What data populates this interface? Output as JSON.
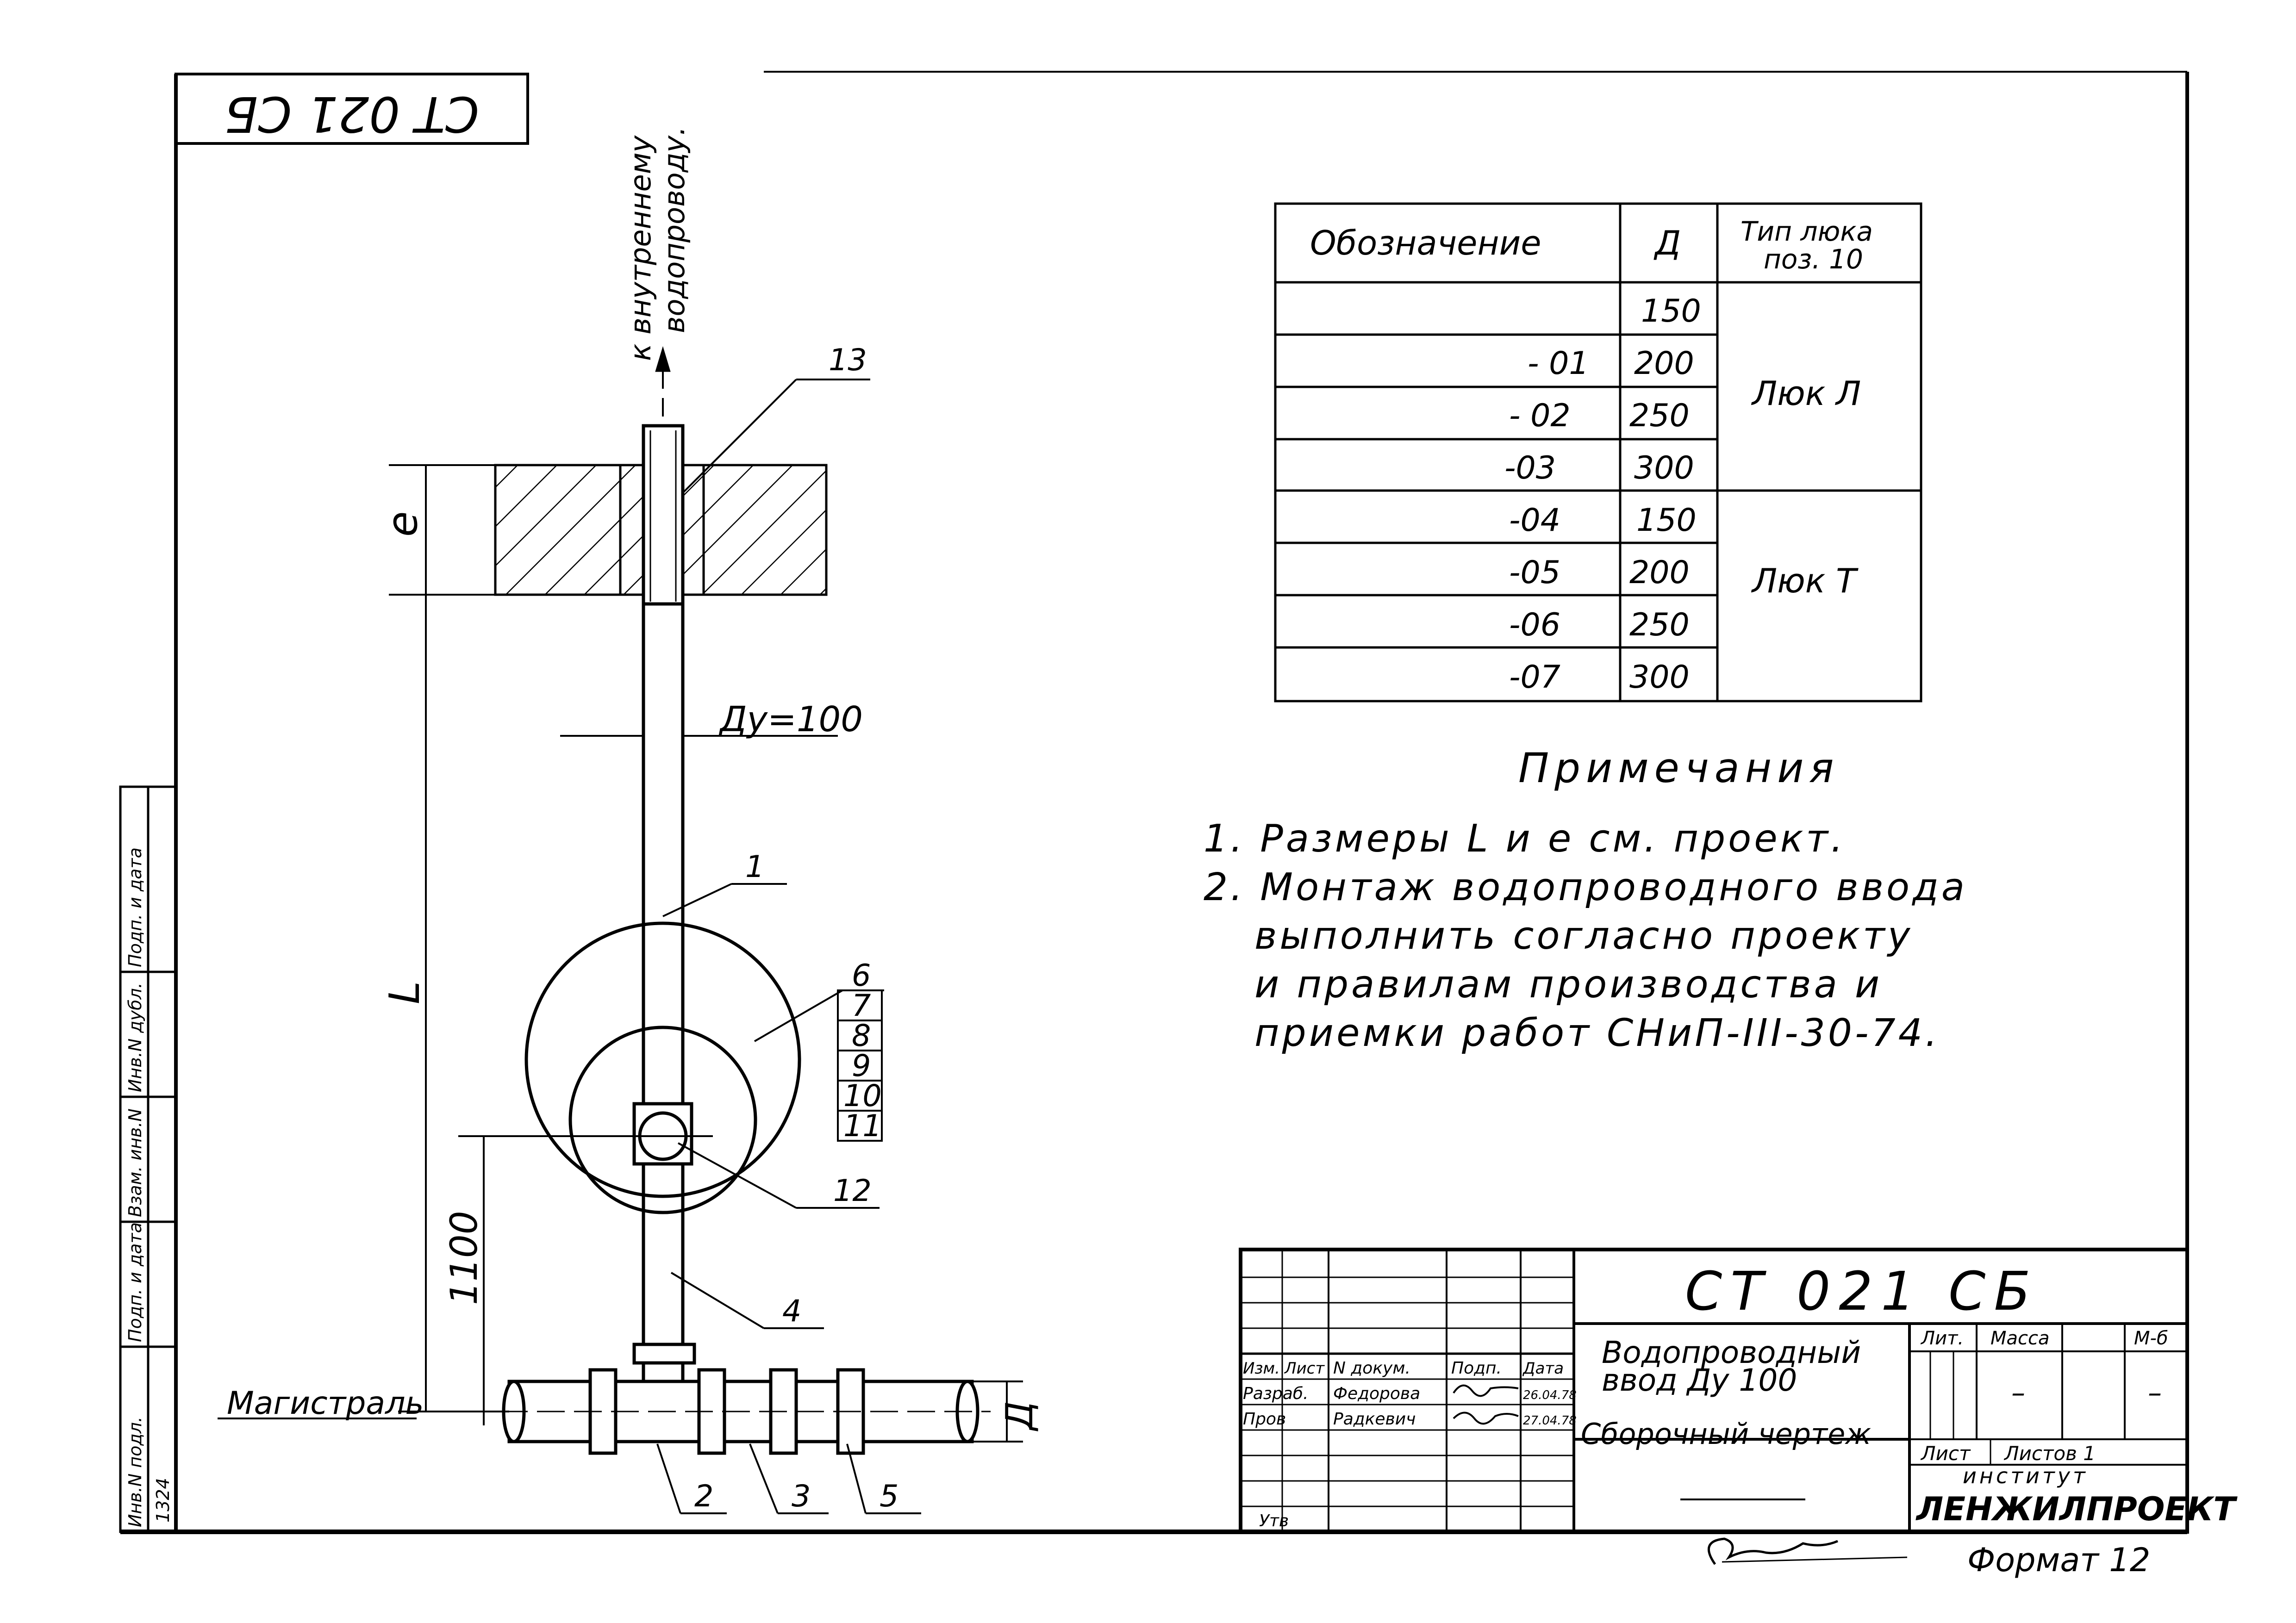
{
  "stamp_code": "СТ 021 СБ",
  "direction_label_line1": "к внутреннему",
  "direction_label_line2": "водопроводу.",
  "dim_e": "е",
  "dim_L": "L",
  "dim_du": "Ду=100",
  "dim_1100": "1100",
  "dim_d": "Д",
  "main_label": "Магистраль",
  "callouts": [
    "1",
    "2",
    "3",
    "4",
    "5",
    "6",
    "7",
    "8",
    "9",
    "10",
    "11",
    "12",
    "13"
  ],
  "spec_table": {
    "headers": [
      "Обозначение",
      "Д",
      "Тип люка",
      "поз. 10"
    ],
    "rows": [
      {
        "designation": "",
        "d": "150"
      },
      {
        "designation": "- 01",
        "d": "200"
      },
      {
        "designation": "- 02",
        "d": "250"
      },
      {
        "designation": "-03",
        "d": "300"
      },
      {
        "designation": "-04",
        "d": "150"
      },
      {
        "designation": "-05",
        "d": "200"
      },
      {
        "designation": "-06",
        "d": "250"
      },
      {
        "designation": "-07",
        "d": "300"
      }
    ],
    "hatch_types": [
      "Люк Л",
      "Люк Т"
    ]
  },
  "notes": {
    "title": "Примечания",
    "line1": "1. Размеры L и е см. проект.",
    "line2": "2. Монтаж водопроводного ввода",
    "line3": "выполнить согласно проекту",
    "line4": "и правилам производства и",
    "line5": "приемки работ СНиП-III-30-74."
  },
  "title_block": {
    "code": "СТ 021 СБ",
    "name_line1": "Водопроводный",
    "name_line2": "ввод Ду 100",
    "drawing_type": "Сборочный чертеж",
    "col_izm": "Изм.",
    "col_list": "Лист",
    "col_doc": "N докум.",
    "col_sign": "Подп.",
    "col_date": "Дата",
    "role_dev": "Разраб.",
    "name_dev": "Федорова",
    "date_dev": "26.04.78",
    "role_check": "Пров",
    "name_check": "Радкевич",
    "date_check": "27.04.78",
    "role_appr": "Утв",
    "lit_label": "Лит.",
    "mass_label": "Масса",
    "scale_label": "М-б",
    "mass_val": "–",
    "scale_val": "–",
    "sheet_label": "Лист",
    "sheets_label": "Листов 1",
    "institute_label": "институт",
    "institute_name": "ЛЕНЖИЛПРОЕКТ",
    "format": "Формат 12"
  },
  "side_stamp": {
    "col1": "Инв.N подл.",
    "col2": "Подп. и дата",
    "col3": "Взам. инв.N",
    "col4": "Инв.N дубл.",
    "col5": "Подп. и дата",
    "inv_no": "1324"
  }
}
